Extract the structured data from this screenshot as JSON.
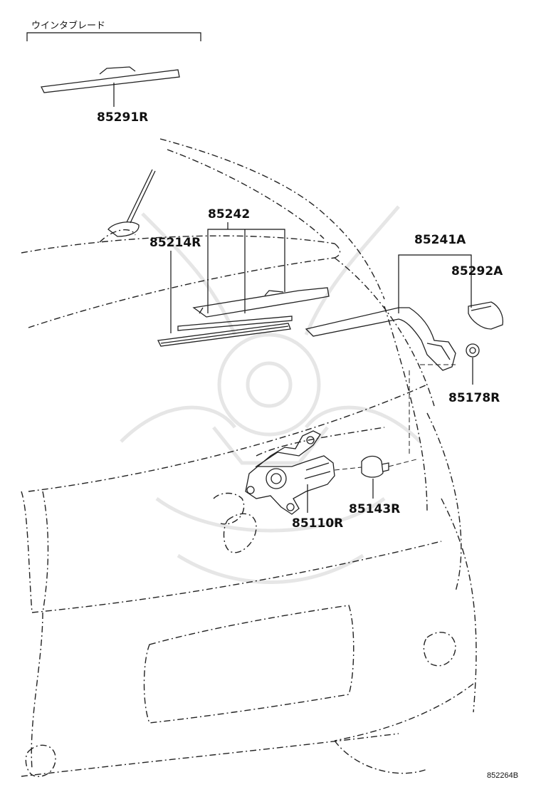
{
  "header_group_label": "ウインタブレード",
  "parts": [
    {
      "id": "blade-assy",
      "number": "85291R"
    },
    {
      "id": "arm-rubber",
      "number": "85242"
    },
    {
      "id": "blade",
      "number": "85214R"
    },
    {
      "id": "wiper-arm",
      "number": "85241A"
    },
    {
      "id": "arm-cap",
      "number": "85292A"
    },
    {
      "id": "nut",
      "number": "85178R"
    },
    {
      "id": "grommet",
      "number": "85143R"
    },
    {
      "id": "motor",
      "number": "85110R"
    }
  ],
  "diagram_code": "852264B",
  "colors": {
    "line": "#222222",
    "watermark": "#e6e6e6",
    "background": "#ffffff"
  }
}
